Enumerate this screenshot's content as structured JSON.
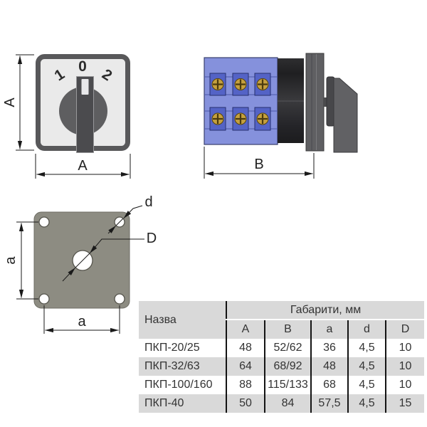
{
  "drawing": {
    "front_view": {
      "position_left": "1",
      "position_center": "0",
      "position_right": "2",
      "dim_height": "A",
      "dim_width": "A"
    },
    "side_view": {
      "dim_depth": "B"
    },
    "mounting_plate": {
      "dim_vertical": "a",
      "dim_horizontal": "a",
      "small_hole_label": "d",
      "center_hole_label": "D"
    }
  },
  "table": {
    "name_header": "Назва",
    "group_header": "Габарити, мм",
    "columns": [
      "A",
      "B",
      "a",
      "d",
      "D"
    ],
    "rows": [
      {
        "name": "ПКП-20/25",
        "values": [
          "48",
          "52/62",
          "36",
          "4,5",
          "10"
        ]
      },
      {
        "name": "ПКП-32/63",
        "values": [
          "64",
          "68/92",
          "48",
          "4,5",
          "10"
        ]
      },
      {
        "name": "ПКП-100/160",
        "values": [
          "88",
          "115/133",
          "68",
          "4,5",
          "10"
        ]
      },
      {
        "name": "ПКП-40",
        "values": [
          "50",
          "84",
          "57,5",
          "4,5",
          "15"
        ]
      }
    ]
  },
  "colors": {
    "line": "#1a1a1a",
    "switch_frame": "#58585a",
    "switch_face": "#eaeaea",
    "knob": "#5e5e60",
    "handle": "#4b4b4e",
    "body_blue": "#8591dc",
    "terminal_blue": "#5463c6",
    "screw_brass": "#c5a03f",
    "metal_gray": "#5f5f62",
    "plate_olive": "#8d8c82",
    "table_stripe": "#d9d9d9",
    "text": "#333333"
  }
}
